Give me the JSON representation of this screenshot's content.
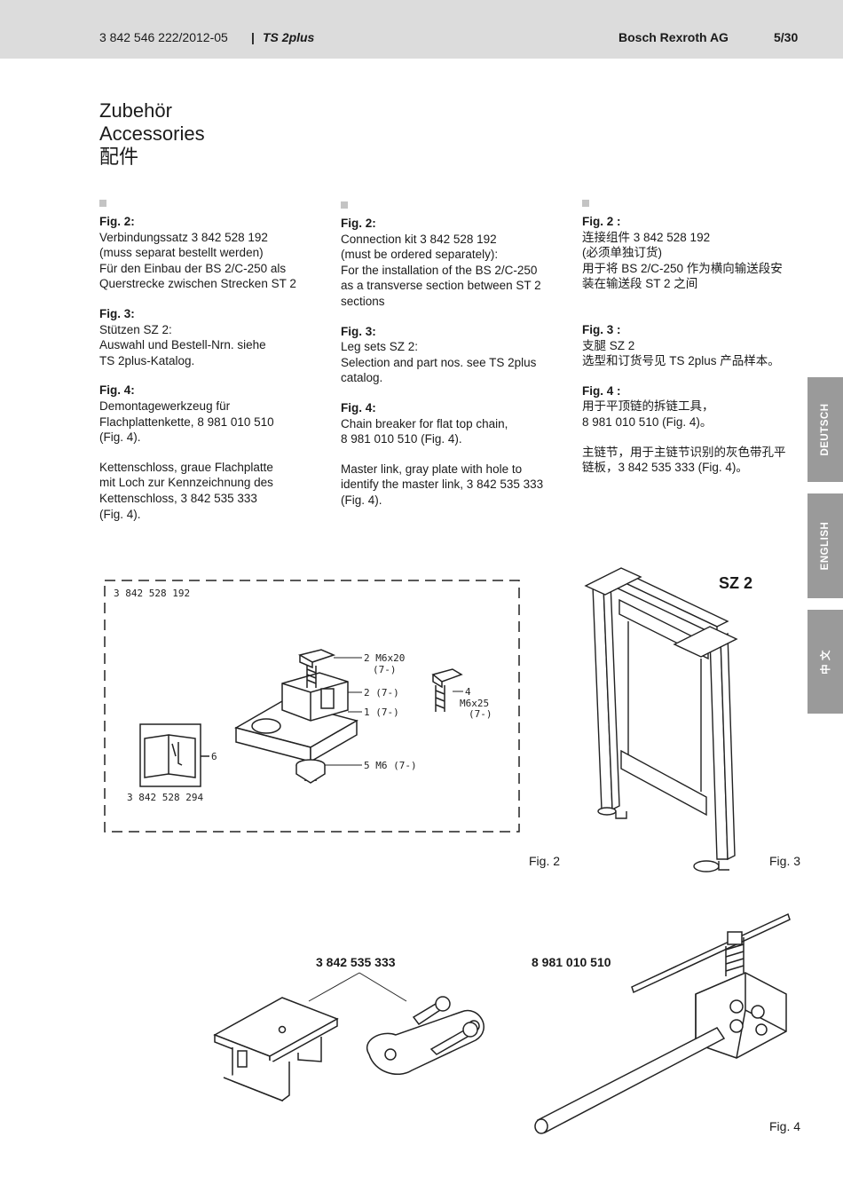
{
  "header": {
    "docnum": "3 842 546 222/2012-05",
    "sep": "|",
    "product": "TS 2plus",
    "company": "Bosch Rexroth AG",
    "page": "5/30"
  },
  "title": {
    "de": "Zubehör",
    "en": "Accessories",
    "zh": "配件"
  },
  "col_de": {
    "fig2_label": "Fig. 2:",
    "fig2_lines": [
      "Verbindungssatz 3 842 528 192",
      "(muss separat bestellt werden)",
      "Für den Einbau der BS 2/C-250 als",
      "Querstrecke zwischen Strecken ST 2"
    ],
    "fig3_label": "Fig. 3:",
    "fig3_lines": [
      "Stützen SZ 2:",
      "Auswahl und Bestell-Nrn. siehe",
      "TS 2plus-Katalog."
    ],
    "fig4_label": "Fig. 4:",
    "fig4_lines": [
      "Demontagewerkzeug für",
      "Flachplattenkette, 8 981 010 510",
      "(Fig. 4)."
    ],
    "link_lines": [
      "Kettenschloss, graue Flachplatte",
      "mit Loch zur Kennzeichnung des",
      "Kettenschloss, 3 842 535 333",
      "(Fig. 4)."
    ]
  },
  "col_en": {
    "fig2_label": "Fig. 2:",
    "fig2_lines": [
      "Connection kit 3 842 528 192",
      "(must be ordered separately):",
      "For the installation of the BS 2/C-250",
      "as a transverse section between ST 2",
      "sections"
    ],
    "fig3_label": "Fig. 3:",
    "fig3_lines": [
      "Leg sets SZ 2:",
      "Selection and part nos. see TS 2plus",
      "catalog."
    ],
    "fig4_label": "Fig. 4:",
    "fig4_lines": [
      "Chain breaker for flat top chain,",
      "8 981 010 510 (Fig. 4)."
    ],
    "link_lines": [
      "Master link, gray plate with hole to",
      "identify the master link, 3 842 535 333",
      "(Fig. 4)."
    ]
  },
  "col_zh": {
    "fig2_label": "Fig. 2 :",
    "fig2_lines": [
      "连接组件 3 842 528 192",
      "(必须单独订货)",
      "用于将 BS 2/C-250 作为横向输送段安",
      "装在输送段 ST 2 之间"
    ],
    "fig3_label": "Fig. 3 :",
    "fig3_lines": [
      "支腿 SZ 2",
      "选型和订货号见 TS 2plus 产品样本。"
    ],
    "fig4_label": "Fig. 4 :",
    "fig4_lines": [
      "用于平顶链的拆链工具，",
      "8 981 010 510 (Fig. 4)。"
    ],
    "link_lines": [
      "主链节，用于主链节识别的灰色带孔平",
      "链板，3 842 535 333 (Fig. 4)。"
    ]
  },
  "tabs": {
    "de": "DEUTSCH",
    "en": "ENGLISH",
    "zh": "中 文"
  },
  "fig2": {
    "kit_no": "3 842 528 192",
    "tool_no": "3 842 528 294",
    "c1": "2 M6x20",
    "c1b": "(7-)",
    "c2": "2 (7-)",
    "c3": "1 (7-)",
    "c4": "4",
    "c4b": "M6x25",
    "c4c": "(7-)",
    "c5": "5 M6 (7-)",
    "c6": "6",
    "label": "Fig. 2"
  },
  "fig3": {
    "name": "SZ 2",
    "label": "Fig. 3"
  },
  "fig4": {
    "link_no": "3 842 535 333",
    "tool_no": "8 981 010 510",
    "label": "Fig. 4"
  },
  "colors": {
    "header_bg": "#dcdcdc",
    "tab_active": "#9a9a9a",
    "square": "#c4c4c4"
  }
}
